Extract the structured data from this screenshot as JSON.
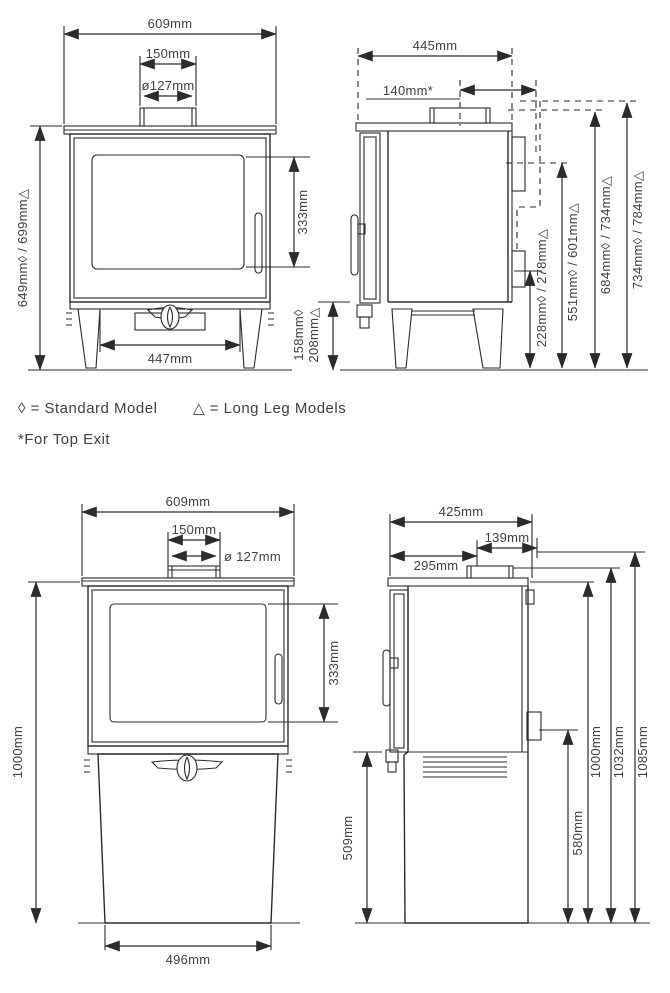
{
  "colors": {
    "background": "#ffffff",
    "line": "#2b2b2b",
    "text": "#414042"
  },
  "legend": {
    "standard": "◊ = Standard Model",
    "long_leg": "△ = Long Leg Models",
    "note": "*For Top Exit"
  },
  "top": {
    "front": {
      "width": "609mm",
      "flue_width": "150mm",
      "flue_dia": "ø127mm",
      "height": "649mm◊ / 699mm△",
      "glass_height": "333mm",
      "leg_span": "447mm",
      "clearance_std": "158mm◊",
      "clearance_long": "208mm△"
    },
    "side": {
      "depth": "445mm",
      "flue_to_back": "140mm*",
      "outlet_height": "228mm◊ / 278mm△",
      "mid_height": "551mm◊ / 601mm△",
      "plate_height": "684mm◊ / 734mm△",
      "collar_height": "734mm◊ / 784mm△"
    }
  },
  "bottom": {
    "front": {
      "width": "609mm",
      "flue_width": "150mm",
      "flue_dia": "ø 127mm",
      "height": "1000mm",
      "glass_height": "333mm",
      "base_width": "496mm"
    },
    "side": {
      "depth": "425mm",
      "front_to_flue": "295mm",
      "flue_to_back": "139mm",
      "log_store_height": "509mm",
      "outlet_height": "580mm",
      "plate_height": "1000mm",
      "collar_height": "1032mm",
      "max_height": "1085mm"
    }
  }
}
